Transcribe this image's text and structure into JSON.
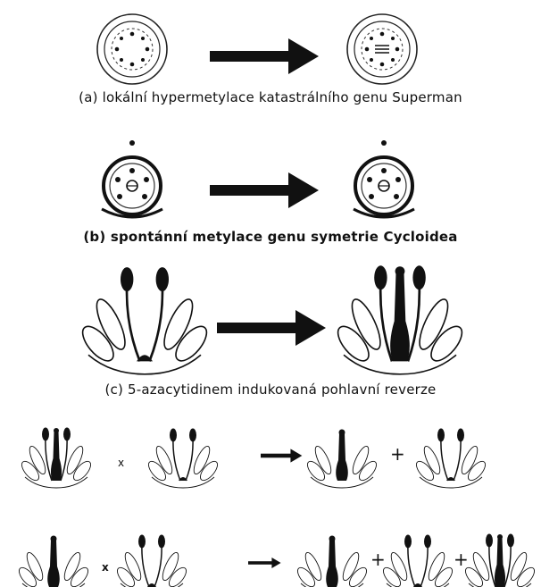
{
  "captions": {
    "a": "(a) lokální hypermetylace katastrálního genu Superman",
    "b": "(b) spontánní metylace genu symetrie Cycloidea",
    "c": "(c) 5-azacytidinem indukovaná pohlavní reverze"
  },
  "operators": {
    "times_1": "x",
    "plus_1": "+",
    "times_2": "x",
    "plus_2": "+",
    "plus_3": "+"
  }
}
